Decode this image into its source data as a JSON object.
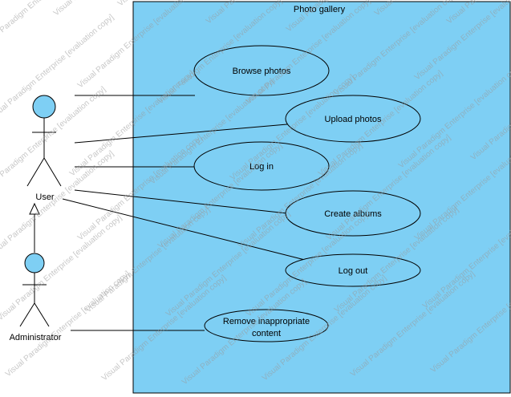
{
  "diagram": {
    "system_title": "Photo gallery",
    "actors": {
      "user": "User",
      "administrator": "Administrator"
    },
    "use_cases": {
      "browse_photos": "Browse photos",
      "upload_photos": "Upload photos",
      "log_in": "Log in",
      "create_albums": "Create albums",
      "log_out": "Log out",
      "remove_content_line1": "Remove inappropriate",
      "remove_content_line2": "content"
    },
    "watermark": "Visual Paradigm Enterprise [evaluation copy]"
  },
  "colors": {
    "system_fill": "#7ecff4",
    "actor_head": "#7ecff4",
    "stroke": "#000000"
  }
}
